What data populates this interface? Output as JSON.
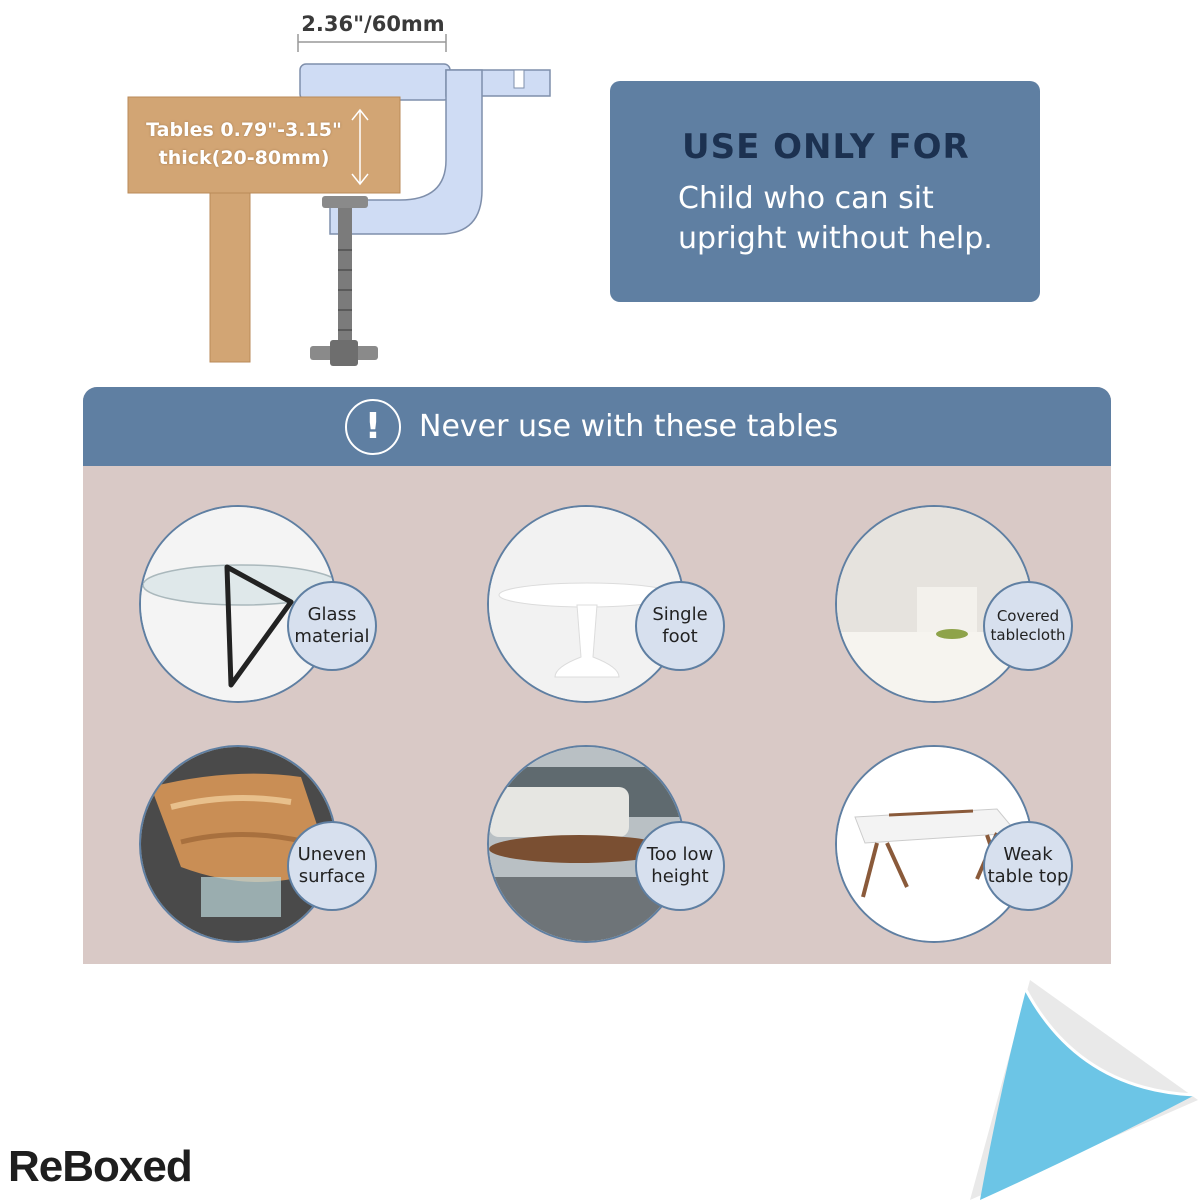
{
  "diagram": {
    "width_label": "2.36\"/60mm",
    "thickness_label_line1": "Tables 0.79\"-3.15\"",
    "thickness_label_line2": "thick(20-80mm)"
  },
  "use_only": {
    "title": "USE ONLY FOR",
    "description": "Child who can sit upright without help."
  },
  "warning": {
    "icon_symbol": "!",
    "title": "Never use with these tables",
    "items": [
      {
        "line1": "Glass",
        "line2": "material"
      },
      {
        "line1": "Single",
        "line2": "foot"
      },
      {
        "line1": "Covered",
        "line2": "tablecloth"
      },
      {
        "line1": "Uneven",
        "line2": "surface"
      },
      {
        "line1": "Too low",
        "line2": "height"
      },
      {
        "line1": "Weak",
        "line2": "table top"
      }
    ]
  },
  "brand": {
    "logo_text": "ReBoxed"
  },
  "colors": {
    "panel_blue": "#5f7fa2",
    "dark_navy": "#1c3150",
    "panel_pink": "#d9c9c6",
    "badge_light_blue": "#d7e0ee",
    "clamp_blue": "#cfdcf4",
    "wood": "#d2a574",
    "corner_blue": "#6cc5e6"
  },
  "icons": [
    "warning-exclamation-icon",
    "dimension-arrow-icon",
    "page-curl-icon"
  ]
}
